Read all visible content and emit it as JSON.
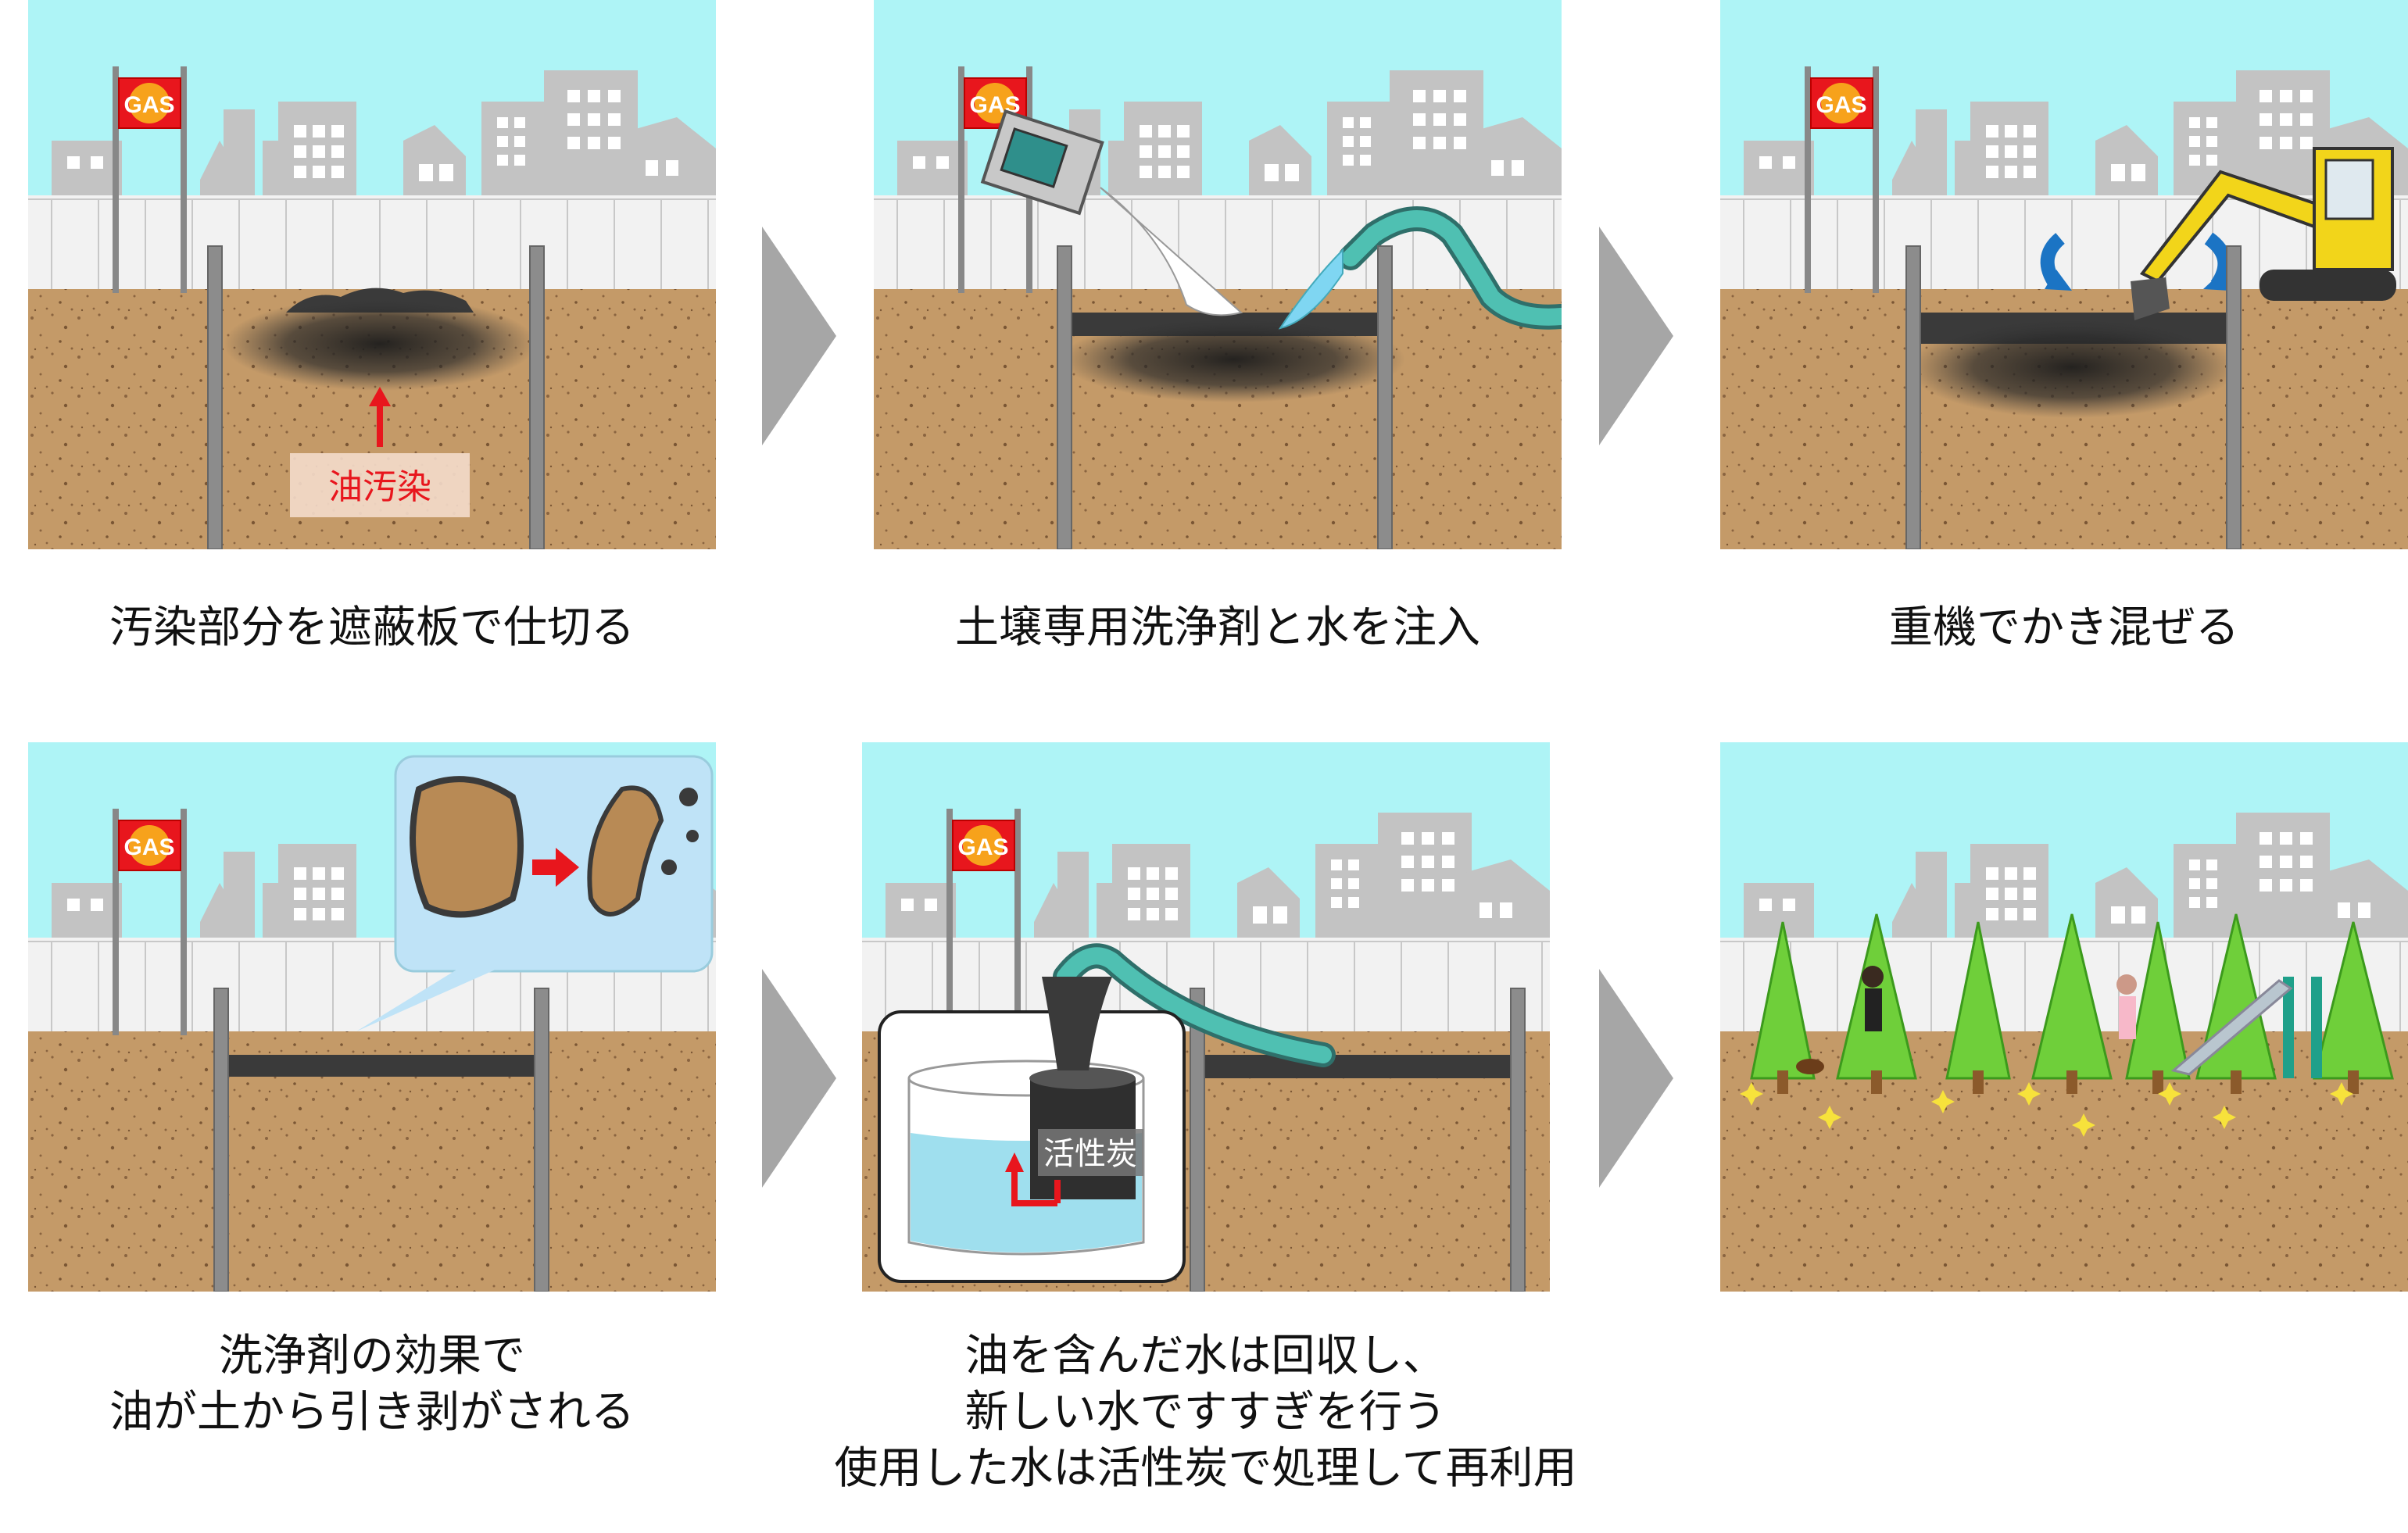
{
  "panels": [
    {
      "caption_lines": [
        "汚染部分を遮蔽板で仕切る"
      ],
      "label": "油汚染",
      "sign": "GAS"
    },
    {
      "caption_lines": [
        "土壌専用洗浄剤と水を注入"
      ],
      "sign": "GAS"
    },
    {
      "caption_lines": [
        "重機でかき混ぜる"
      ],
      "sign": "GAS"
    },
    {
      "caption_lines": [
        "洗浄剤の効果で",
        "油が土から引き剥がされる"
      ],
      "sign": "GAS"
    },
    {
      "caption_lines": [
        "油を含んだ水は回収し、",
        "新しい水ですすぎを行う",
        "使用した水は活性炭で処理して再利用"
      ],
      "label": "活性炭",
      "sign": "GAS"
    },
    {
      "caption_lines": []
    }
  ],
  "colors": {
    "sky": "#aef4f6",
    "building": "#c3c3c3",
    "fence": "#f2f2f2",
    "soil": "#c49a68",
    "oil": "#3a3a3a",
    "arrow": "#a6a6a6",
    "sign": "#e8161d"
  }
}
